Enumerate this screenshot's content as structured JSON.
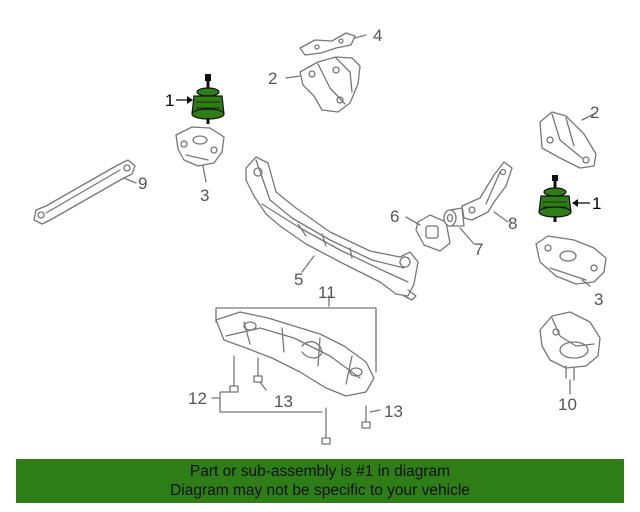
{
  "callouts": {
    "c1_left": "1",
    "c1_right": "1",
    "c2_top": "2",
    "c2_right": "2",
    "c3_left": "3",
    "c3_right": "3",
    "c4": "4",
    "c5": "5",
    "c6": "6",
    "c7": "7",
    "c8": "8",
    "c9": "9",
    "c10": "10",
    "c11": "11",
    "c12": "12",
    "c13_left": "13",
    "c13_right": "13"
  },
  "highlight_color": "#2e7d16",
  "banner": {
    "line1": "Part or sub-assembly is #1 in diagram",
    "line2": "Diagram may not be specific to your vehicle"
  }
}
